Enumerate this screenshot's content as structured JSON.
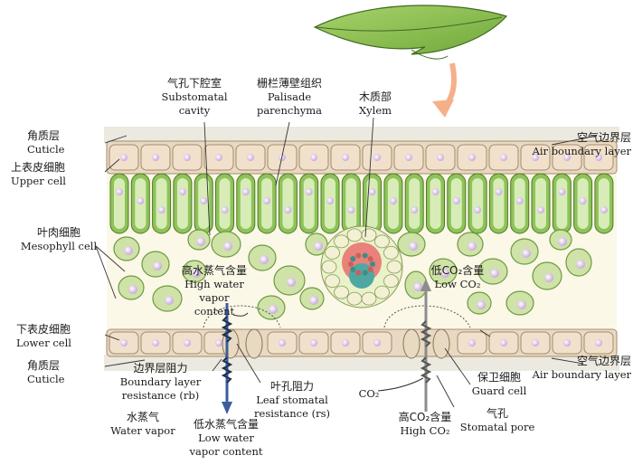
{
  "labels": {
    "substomatal": {
      "cn": "气孔下腔室",
      "en1": "Substomatal",
      "en2": "cavity"
    },
    "palisade": {
      "cn": "栅栏薄壁组织",
      "en1": "Palisade",
      "en2": "parenchyma"
    },
    "xylem": {
      "cn": "木质部",
      "en": "Xylem"
    },
    "cuticle_top": {
      "cn": "角质层",
      "en": "Cuticle"
    },
    "upper_cell": {
      "cn": "上表皮细胞",
      "en": "Upper cell"
    },
    "air_top": {
      "cn": "空气边界层",
      "en": "Air boundary layer"
    },
    "mesophyll": {
      "cn": "叶肉细胞",
      "en": "Mesophyll cell"
    },
    "high_water": {
      "cn": "高水蒸气含量",
      "en1": "High water",
      "en2": "vapor",
      "en3": "content"
    },
    "low_co2": {
      "cn": "低CO₂含量",
      "en": "Low CO₂"
    },
    "lower_cell": {
      "cn": "下表皮细胞",
      "en": "Lower cell"
    },
    "cuticle_bottom": {
      "cn": "角质层",
      "en": "Cuticle"
    },
    "boundary_res": {
      "cn": "边界层阻力",
      "en1": "Boundary layer",
      "en2": "resistance (rb)"
    },
    "air_bottom": {
      "cn": "空气边界层",
      "en": "Air boundary layer"
    },
    "leaf_stomatal": {
      "cn": "叶孔阻力",
      "en1": "Leaf stomatal",
      "en2": "resistance (rs)"
    },
    "guard": {
      "cn": "保卫细胞",
      "en": "Guard cell"
    },
    "co2": "CO₂",
    "water_vapor": {
      "cn": "水蒸气",
      "en": "Water vapor"
    },
    "low_water": {
      "cn": "低水蒸气含量",
      "en1": "Low water",
      "en2": "vapor content"
    },
    "high_co2": {
      "cn": "高CO₂含量",
      "en": "High CO₂"
    },
    "stomatal_pore": {
      "cn": "气孔",
      "en": "Stomatal pore"
    }
  },
  "colors": {
    "leaf_green": "#8fc35a",
    "cell_fill": "#cfe2a8",
    "nucleus": "#d9c3e6",
    "epidermis": "#f1e0cc",
    "xylem_pink": "#e8827a",
    "xylem_teal": "#4fa7a2",
    "water_arrow": "#3a5d9c",
    "arrow_orange": "#f5b08a"
  }
}
